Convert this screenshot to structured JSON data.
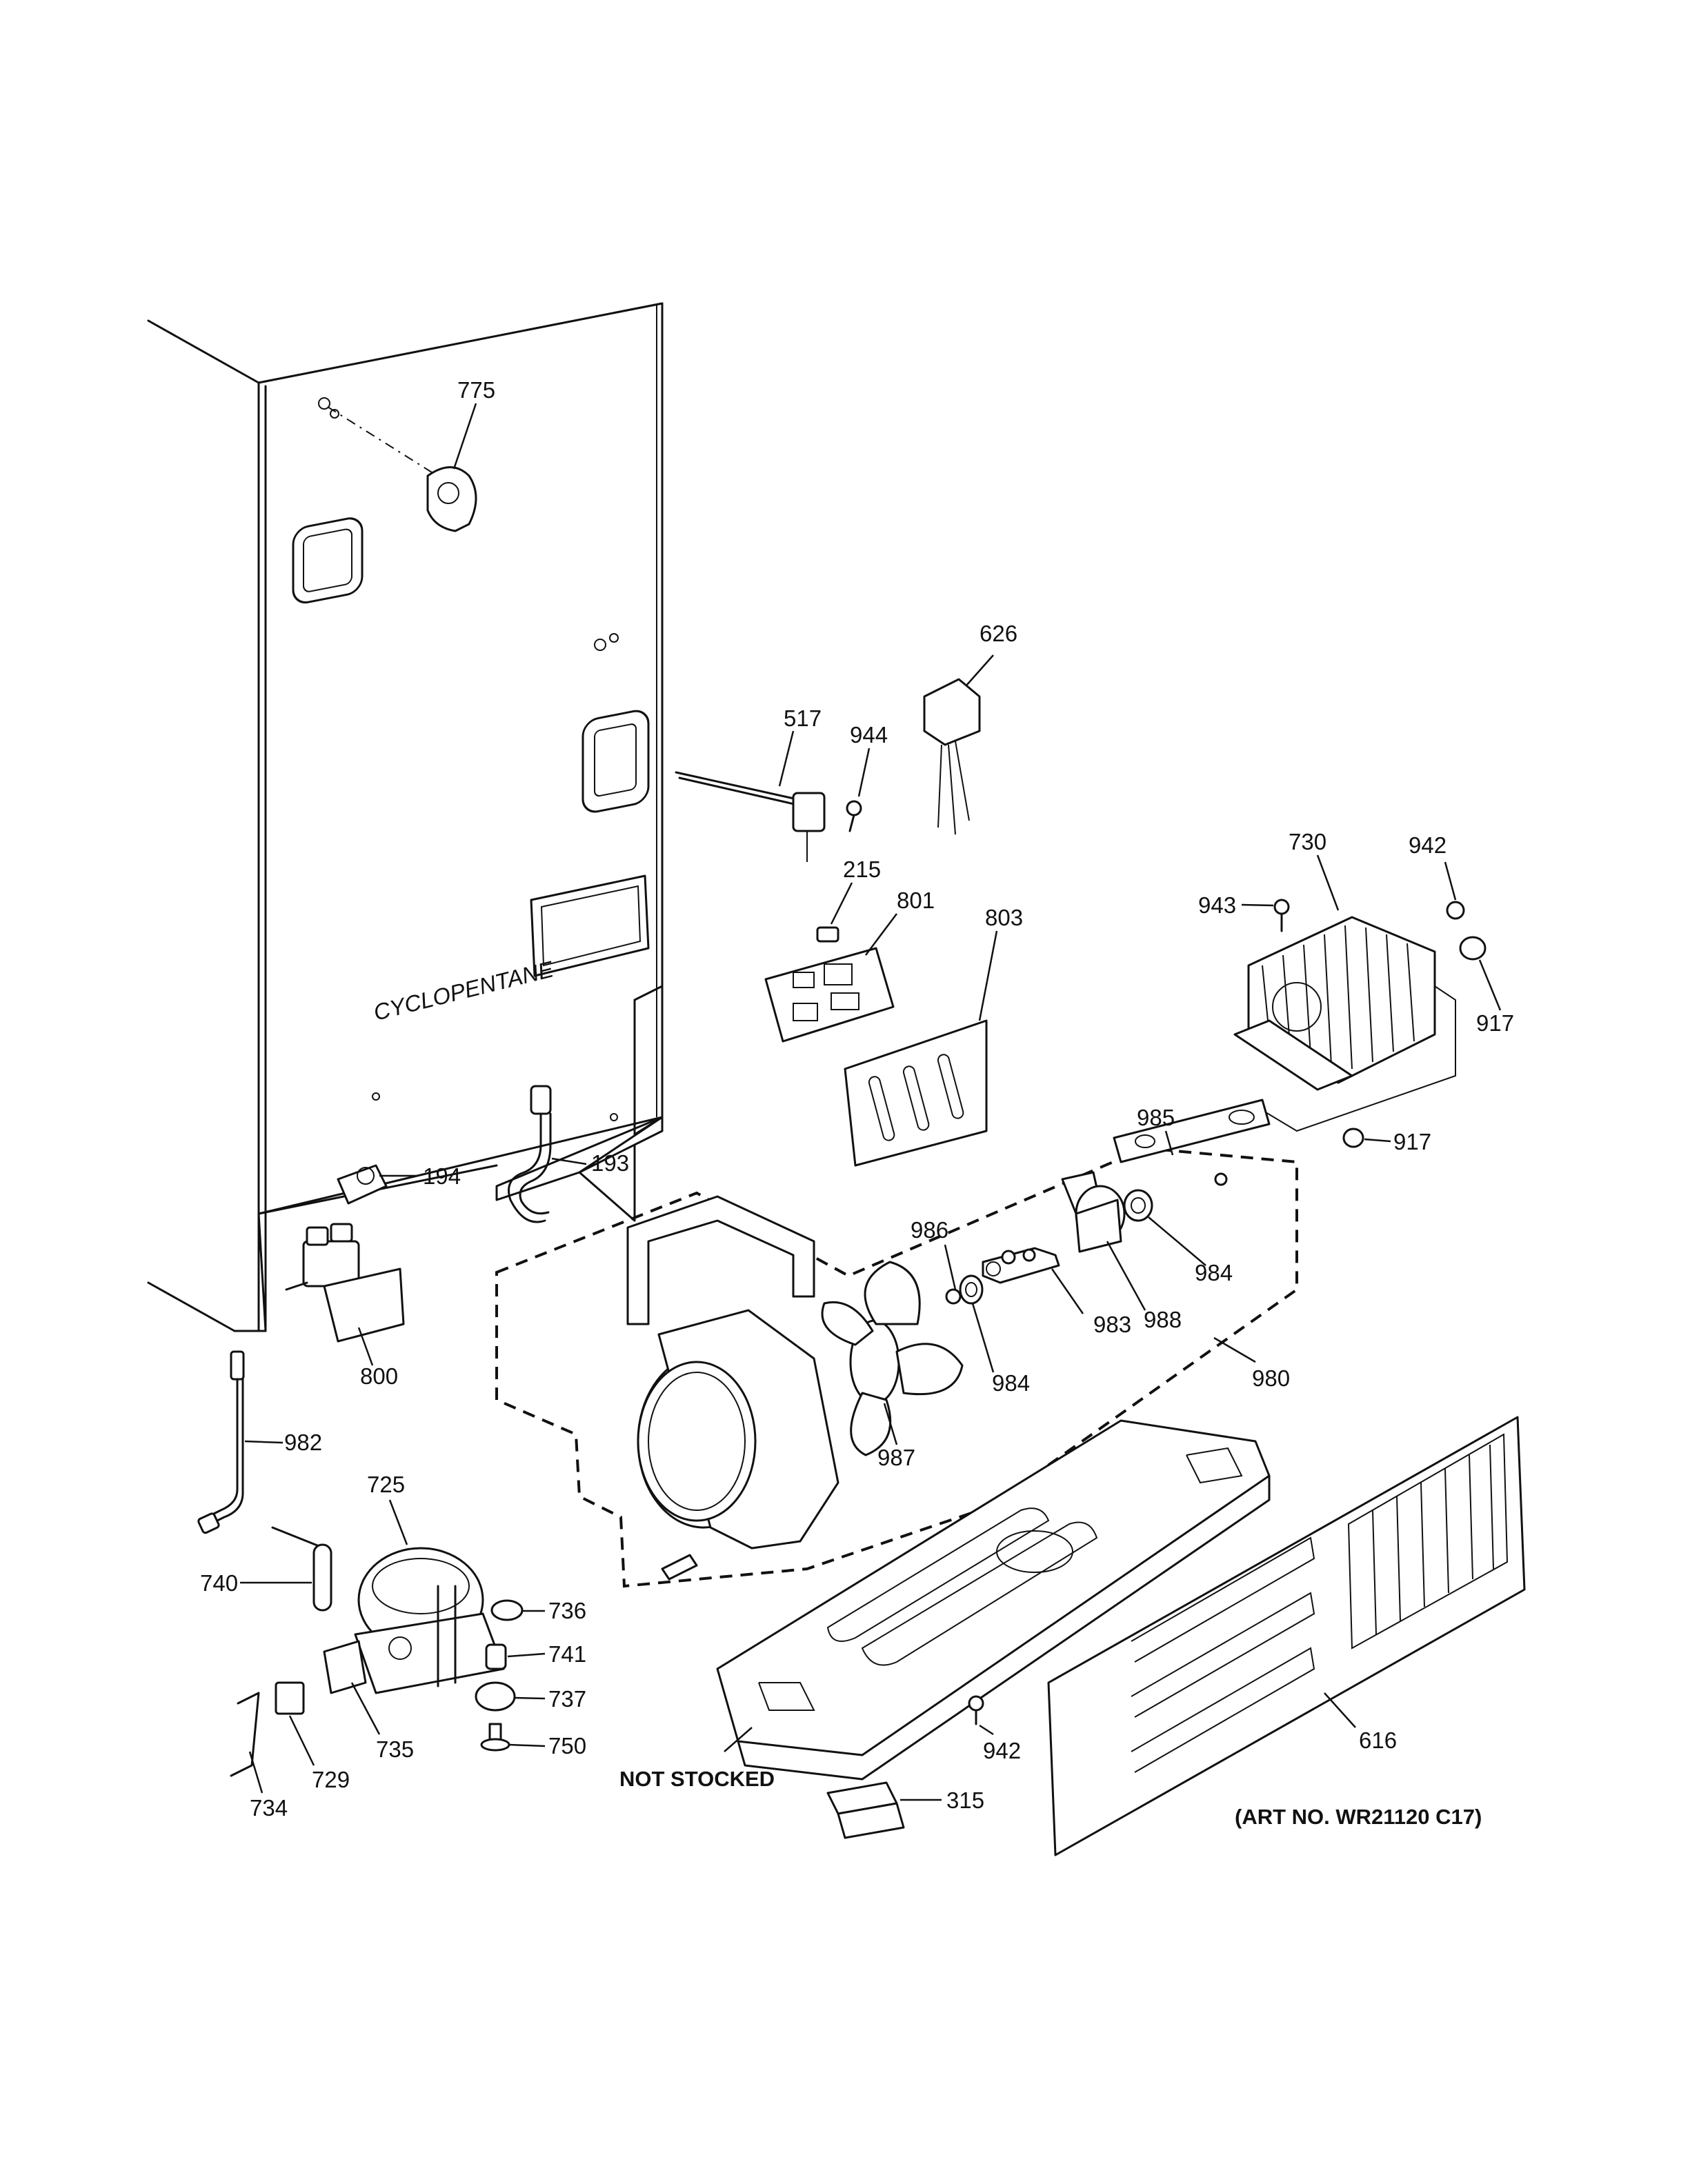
{
  "diagram": {
    "cabinet_marking": "CYCLOPENTANE",
    "not_stocked_label": "NOT STOCKED",
    "art_number": "(ART NO. WR21120 C17)",
    "part_labels": {
      "p775": "775",
      "p626": "626",
      "p517": "517",
      "p944": "944",
      "p215": "215",
      "p801": "801",
      "p803": "803",
      "p730": "730",
      "p942a": "942",
      "p943": "943",
      "p917a": "917",
      "p917b": "917",
      "p985": "985",
      "p986": "986",
      "p984a": "984",
      "p984b": "984",
      "p988": "988",
      "p983": "983",
      "p980": "980",
      "p987": "987",
      "p194": "194",
      "p193": "193",
      "p800": "800",
      "p982": "982",
      "p725": "725",
      "p740": "740",
      "p736": "736",
      "p741": "741",
      "p737": "737",
      "p750": "750",
      "p735": "735",
      "p729": "729",
      "p734": "734",
      "p942b": "942",
      "p315": "315",
      "p616": "616"
    }
  }
}
